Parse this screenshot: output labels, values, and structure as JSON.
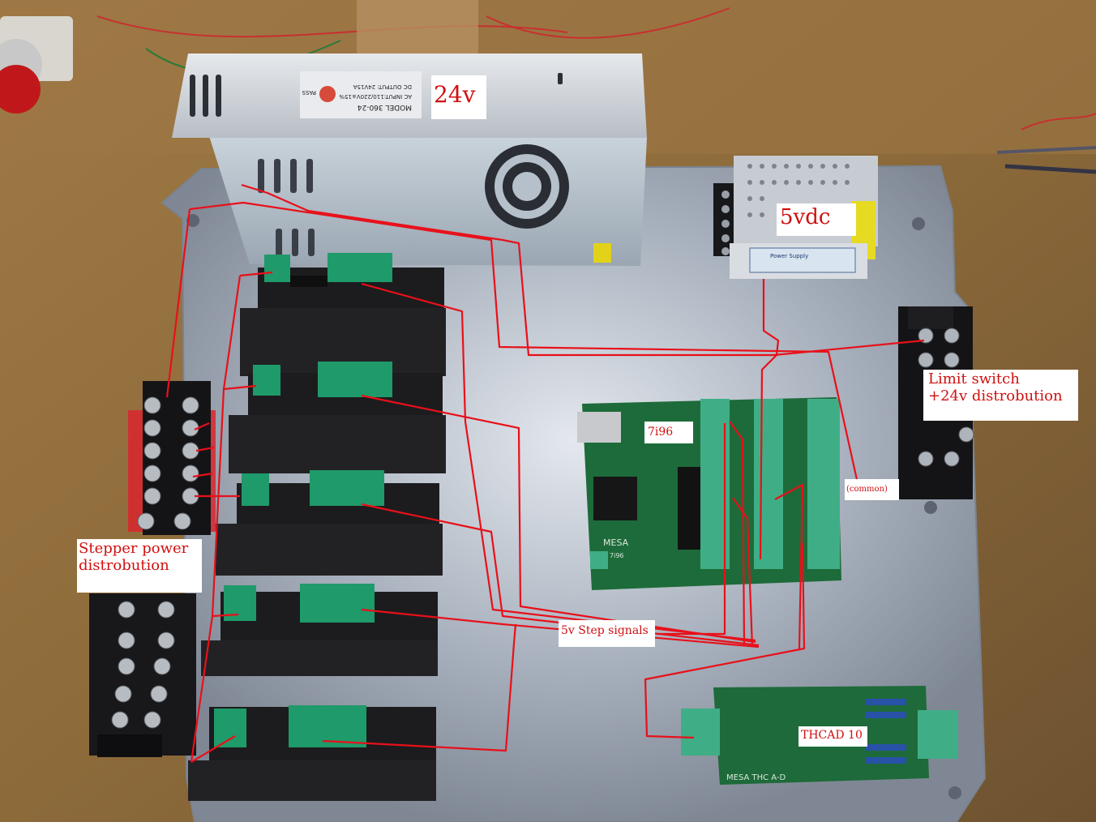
{
  "photo": {
    "labels": {
      "psu_24v": "24v",
      "psu_5vdc": "5vdc",
      "limit_switch": "Limit switch\n+24v distrobution",
      "stepper_power": "Stepper power\ndistrobution",
      "board_7i96": "7i96",
      "common": "(common)",
      "step_signals": "5v Step signals",
      "thcad": "THCAD 10"
    },
    "printed_text": {
      "psu_model": "MODEL 360-24",
      "psu_input": "AC INPUT:110/220V±15%",
      "psu_output": "DC OUTPUT: 24V15A",
      "psu_pass": "PASS",
      "small_psu": "Power Supply",
      "mesa_logo": "MESA",
      "mesa_7i96": "7i96",
      "thc_board": "MESA THC A-D"
    },
    "colors": {
      "wire": "#e8101a",
      "label_text": "#d01010",
      "label_bg": "#ffffff",
      "plate": "#a7b0bd",
      "terminal_green": "#1f9a6a",
      "driver_black": "#1c1c1e",
      "pcb_green": "#1d6b3a"
    }
  }
}
